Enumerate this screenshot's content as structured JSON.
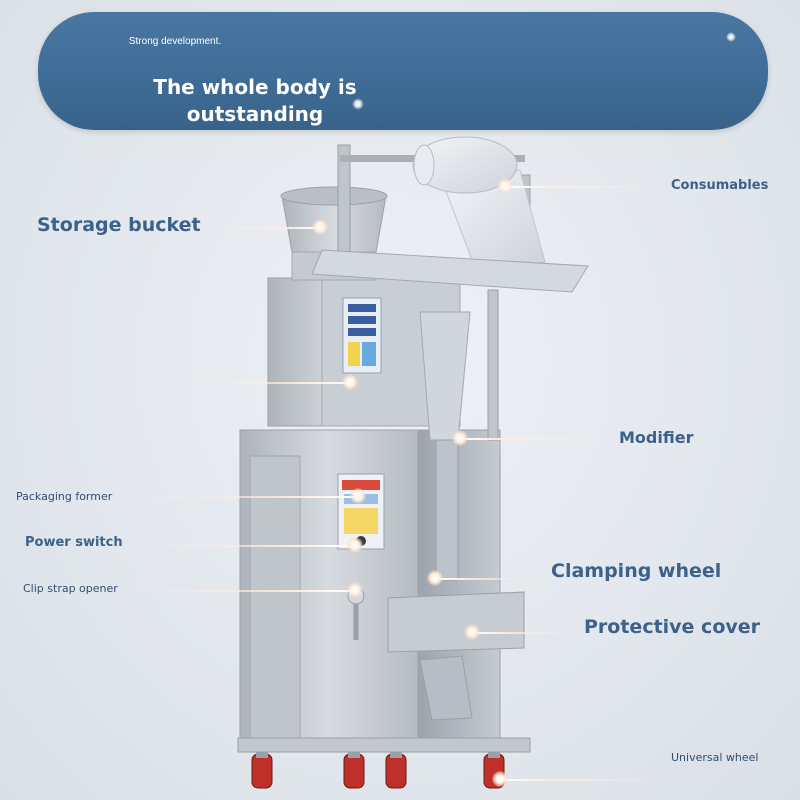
{
  "banner": {
    "small_text": "Strong development.",
    "title": "The whole body is outstanding"
  },
  "labels": {
    "storage_bucket": "Storage bucket",
    "consumables": "Consumables",
    "modifier": "Modifier",
    "packaging_former": "Packaging former",
    "power_switch": "Power switch",
    "clip_strap_opener": "Clip strap opener",
    "clamping_wheel": "Clamping wheel",
    "protective_cover": "Protective cover",
    "universal_wheel": "Universal wheel"
  },
  "colors": {
    "banner": "#3f6d97",
    "label_text": "#3c618a",
    "machine_steel": "#c3c8ce",
    "wheel_red": "#c0302a"
  }
}
